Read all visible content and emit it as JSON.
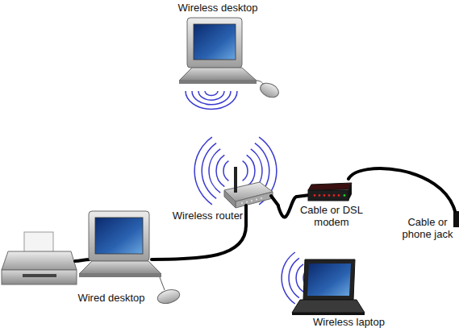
{
  "diagram": {
    "nodes": [
      {
        "text": [
          "Wireless desktop"
        ]
      },
      {
        "text": [
          "Wireless router"
        ]
      },
      {
        "text": [
          "Cable or DSL modem"
        ]
      },
      {
        "text": [
          "Cable or phone jack"
        ]
      },
      {
        "text": [
          "Wired desktop"
        ]
      },
      {
        "text": [
          "Wireless laptop"
        ]
      }
    ],
    "edges": [
      {
        "from": 1,
        "to": 4,
        "arrow": "none"
      },
      {
        "from": 1,
        "to": 2,
        "arrow": "none"
      },
      {
        "from": 2,
        "to": 3,
        "arrow": "none"
      }
    ]
  }
}
